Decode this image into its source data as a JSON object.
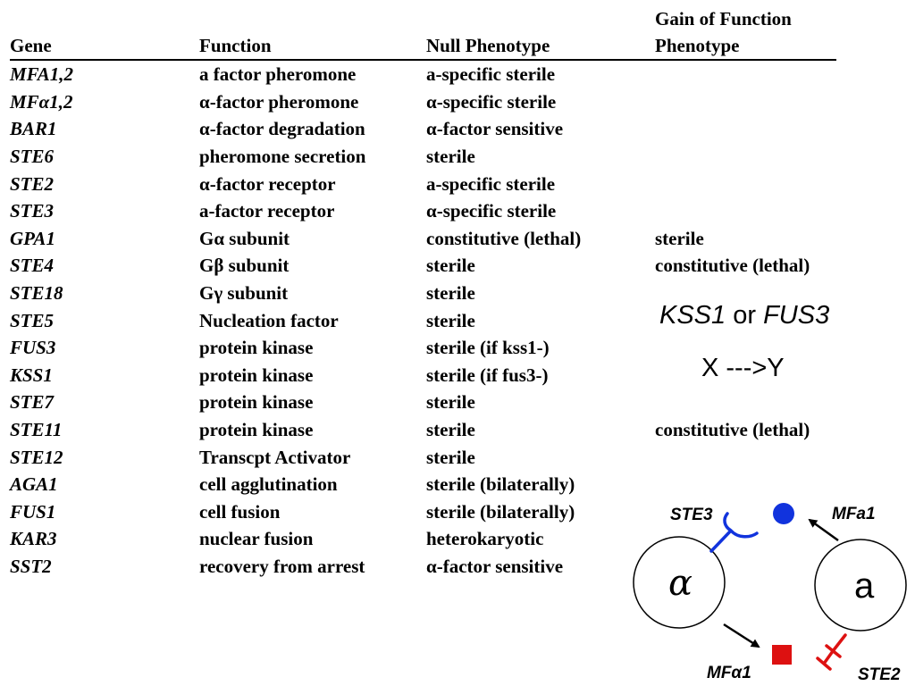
{
  "table": {
    "headers": {
      "gene": "Gene",
      "function": "Function",
      "null_phenotype": "Null Phenotype",
      "gain_line1": "Gain of Function",
      "gain_line2": "Phenotype"
    },
    "rows": [
      {
        "gene": "MFA1,2",
        "function": "a factor pheromone",
        "null": "a-specific sterile",
        "gain": ""
      },
      {
        "gene": "MFα1,2",
        "function": "α-factor pheromone",
        "null": "α-specific sterile",
        "gain": ""
      },
      {
        "gene": "BAR1",
        "function": "α-factor degradation",
        "null": "α-factor sensitive",
        "gain": ""
      },
      {
        "gene": "STE6",
        "function": "pheromone secretion",
        "null": "sterile",
        "gain": ""
      },
      {
        "gene": "STE2",
        "function": "α-factor receptor",
        "null": "a-specific sterile",
        "gain": ""
      },
      {
        "gene": "STE3",
        "function": "a-factor receptor",
        "null": "α-specific sterile",
        "gain": ""
      },
      {
        "gene": "GPA1",
        "function": "Gα subunit",
        "null": "constitutive (lethal)",
        "gain": "sterile"
      },
      {
        "gene": "STE4",
        "function": "Gβ subunit",
        "null": "sterile",
        "gain": "constitutive (lethal)"
      },
      {
        "gene": "STE18",
        "function": "Gγ subunit",
        "null": "sterile",
        "gain": ""
      },
      {
        "gene": "STE5",
        "function": "Nucleation factor",
        "null": "sterile",
        "gain": ""
      },
      {
        "gene": "FUS3",
        "function": "protein kinase",
        "null": "sterile (if kss1-)",
        "gain": ""
      },
      {
        "gene": "KSS1",
        "function": "protein kinase",
        "null": "sterile (if fus3-)",
        "gain": ""
      },
      {
        "gene": "STE7",
        "function": "protein kinase",
        "null": "sterile",
        "gain": ""
      },
      {
        "gene": "STE11",
        "function": "protein kinase",
        "null": "sterile",
        "gain": "constitutive (lethal)"
      },
      {
        "gene": "STE12",
        "function": "Transcpt Activator",
        "null": "sterile",
        "gain": ""
      },
      {
        "gene": "AGA1",
        "function": "cell agglutination",
        "null": "sterile (bilaterally)",
        "gain": ""
      },
      {
        "gene": "FUS1",
        "function": "cell fusion",
        "null": "sterile (bilaterally)",
        "gain": ""
      },
      {
        "gene": "KAR3",
        "function": "nuclear fusion",
        "null": "heterokaryotic",
        "gain": ""
      },
      {
        "gene": "SST2",
        "function": "recovery from arrest",
        "null": "α-factor sensitive",
        "gain": ""
      }
    ]
  },
  "kinase_note": {
    "gene1": "KSS1",
    "connector": "or",
    "gene2": "FUS3",
    "reaction": "X --->Y"
  },
  "diagram": {
    "label_ste3": "STE3",
    "label_mfa1": "MFa1",
    "label_mfalpha1": "MFα1",
    "label_ste2": "STE2",
    "cell_alpha_letter": "α",
    "cell_a_letter": "a",
    "colors": {
      "blue": "#1133dd",
      "red": "#dd1111",
      "outline": "#000000"
    }
  }
}
